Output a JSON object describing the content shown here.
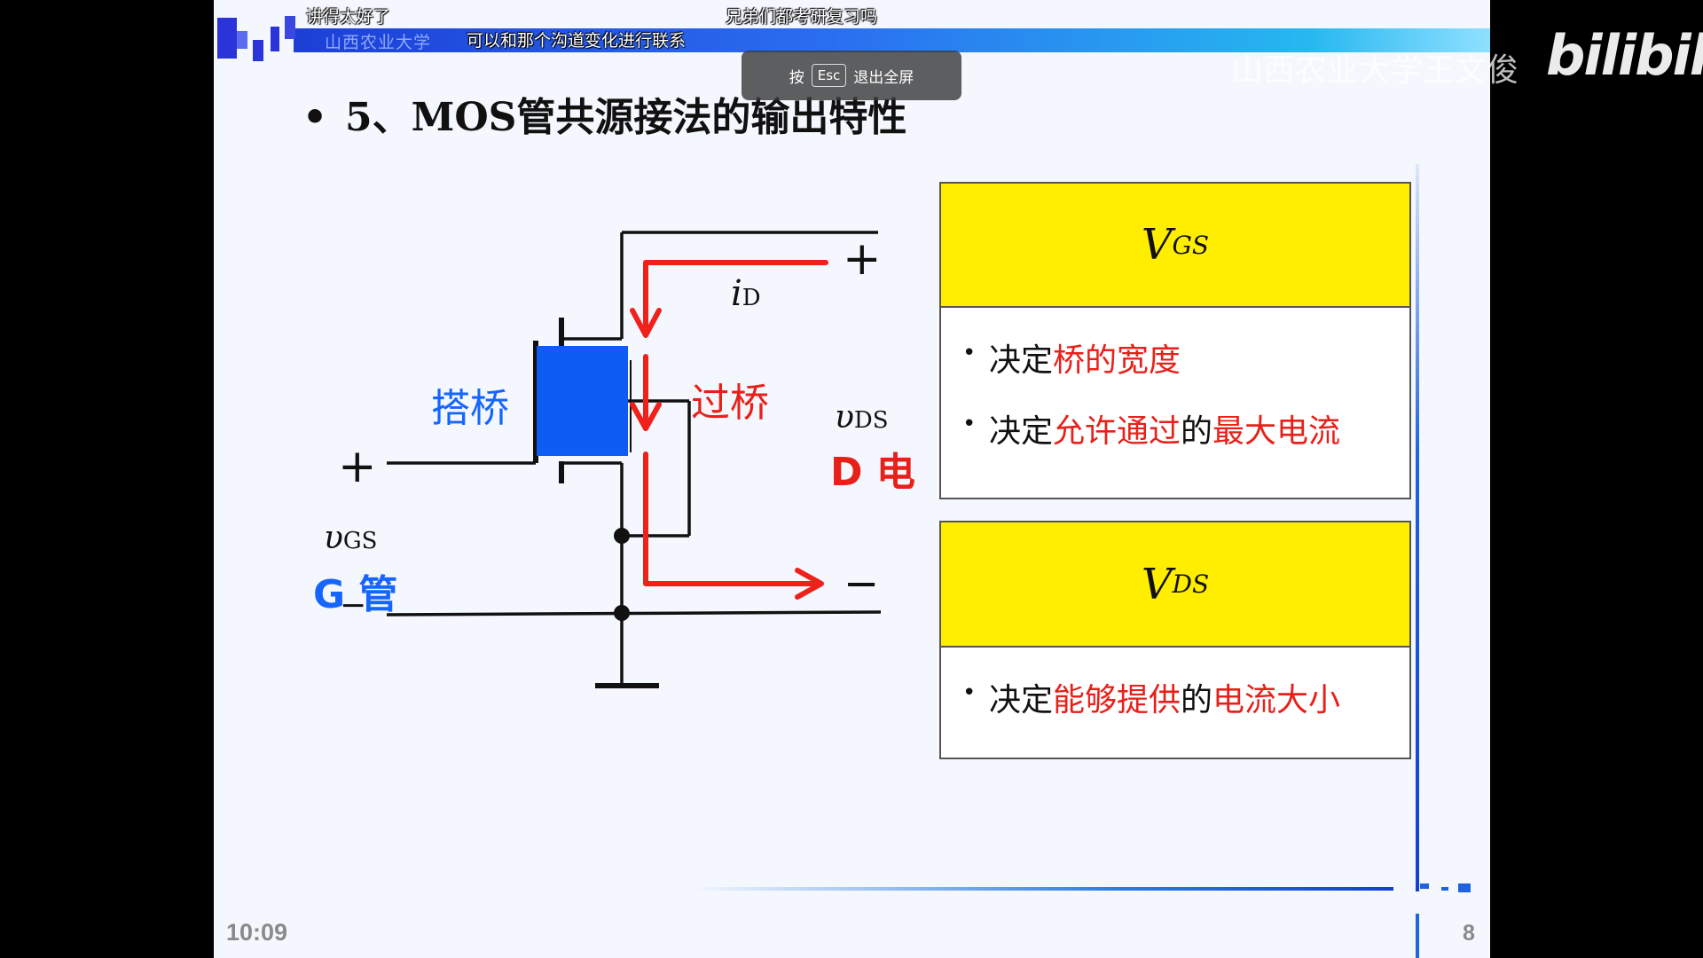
{
  "danmaku": [
    "讲得太好了",
    "兄弟们都考研复习吗",
    "可以和那个沟道变化进行联系"
  ],
  "header": {
    "school_small": "山西农业大学",
    "watermark": "山西农业大学王文俊",
    "bili_logo": "bilibili"
  },
  "esc_hint": {
    "prefix": "按",
    "key": "Esc",
    "suffix": "退出全屏"
  },
  "slide": {
    "title_bullet": "•",
    "title": "5、MOS管共源接法的输出特性",
    "labels": {
      "plus_right": "+",
      "plus_left": "+",
      "minus_right": "−",
      "minus_left": "−",
      "id": "i",
      "id_sub": "D",
      "bridge_build": "搭桥",
      "bridge_cross": "过桥",
      "vds": "υ",
      "vds_sub": "DS",
      "d_elec": "D 电",
      "vgs": "υ",
      "vgs_sub": "GS",
      "g_tube": "G 管"
    },
    "box1": {
      "head": "V",
      "head_sub": "GS",
      "item1_a": "决定",
      "item1_b": "桥的宽度",
      "item2_a": "决定",
      "item2_b": "允许通过",
      "item2_c": "的",
      "item2_d": "最大电流"
    },
    "box2": {
      "head": "V",
      "head_sub": "DS",
      "item1_a": "决定",
      "item1_b": "能够提供",
      "item1_c": "的",
      "item1_d": "电流大小"
    },
    "timer": "10:09",
    "page_number": "8"
  },
  "colors": {
    "accent_blue": "#1565ff",
    "red": "#e8201a",
    "yellow": "#ffee00"
  }
}
